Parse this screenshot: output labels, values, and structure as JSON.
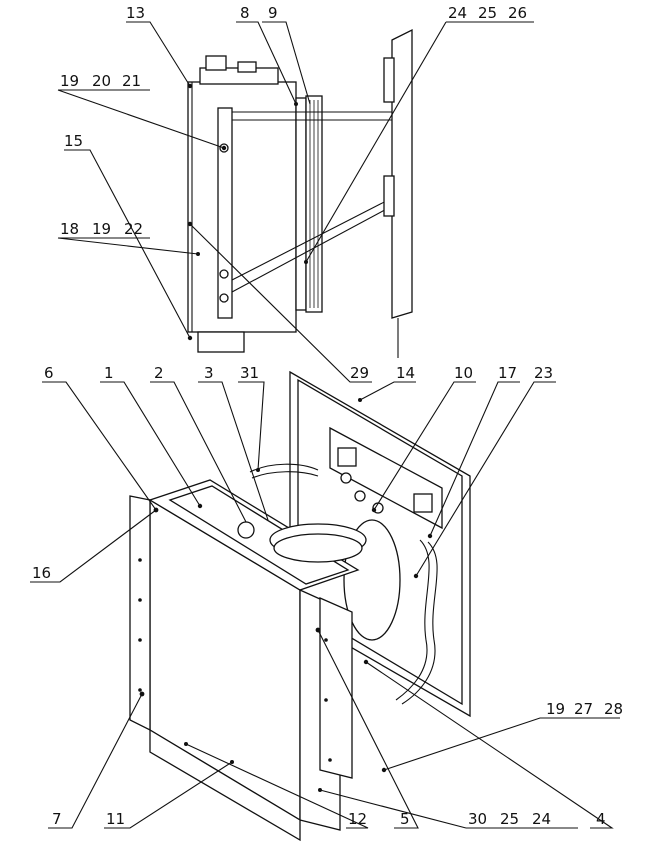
{
  "callouts": [
    {
      "id": "c13",
      "text": "13"
    },
    {
      "id": "c8",
      "text": "8"
    },
    {
      "id": "c9",
      "text": "9"
    },
    {
      "id": "c24a",
      "text": "24"
    },
    {
      "id": "c25a",
      "text": "25"
    },
    {
      "id": "c26",
      "text": "26"
    },
    {
      "id": "c19a",
      "text": "19"
    },
    {
      "id": "c20",
      "text": "20"
    },
    {
      "id": "c21",
      "text": "21"
    },
    {
      "id": "c15",
      "text": "15"
    },
    {
      "id": "c18",
      "text": "18"
    },
    {
      "id": "c19b",
      "text": "19"
    },
    {
      "id": "c22",
      "text": "22"
    },
    {
      "id": "c29",
      "text": "29"
    },
    {
      "id": "c6",
      "text": "6"
    },
    {
      "id": "c1",
      "text": "1"
    },
    {
      "id": "c2",
      "text": "2"
    },
    {
      "id": "c3",
      "text": "3"
    },
    {
      "id": "c31",
      "text": "31"
    },
    {
      "id": "c14",
      "text": "14"
    },
    {
      "id": "c10",
      "text": "10"
    },
    {
      "id": "c17",
      "text": "17"
    },
    {
      "id": "c23",
      "text": "23"
    },
    {
      "id": "c16",
      "text": "16"
    },
    {
      "id": "c19c",
      "text": "19"
    },
    {
      "id": "c27",
      "text": "27"
    },
    {
      "id": "c28",
      "text": "28"
    },
    {
      "id": "c7",
      "text": "7"
    },
    {
      "id": "c11",
      "text": "11"
    },
    {
      "id": "c12",
      "text": "12"
    },
    {
      "id": "c5",
      "text": "5"
    },
    {
      "id": "c30",
      "text": "30"
    },
    {
      "id": "c25b",
      "text": "25"
    },
    {
      "id": "c24b",
      "text": "24"
    },
    {
      "id": "c4",
      "text": "4"
    }
  ]
}
